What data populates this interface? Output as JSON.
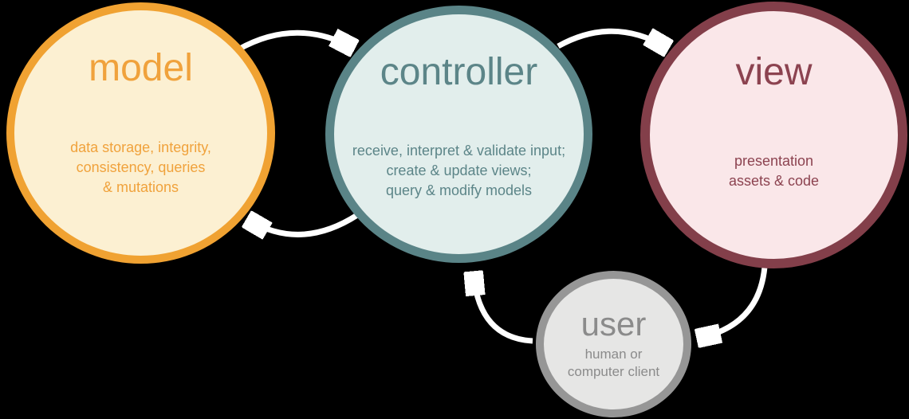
{
  "background_color": "#000000",
  "arrow_color": "#FFFFFF",
  "nodes": {
    "model": {
      "title": "model",
      "description": [
        "data storage, integrity,",
        "consistency, queries",
        "& mutations"
      ],
      "border_color": "#F0A232",
      "fill_color": "#FCF0D2",
      "text_color": "#F0A23C"
    },
    "controller": {
      "title": "controller",
      "description": [
        "receive, interpret & validate input;",
        "create & update views;",
        "query & modify models"
      ],
      "border_color": "#5A8487",
      "fill_color": "#E2EEEC",
      "text_color": "#5C8588"
    },
    "view": {
      "title": "view",
      "description": [
        "presentation",
        "assets & code"
      ],
      "border_color": "#833F4A",
      "fill_color": "#FAE7E9",
      "text_color": "#8C4350"
    },
    "user": {
      "title": "user",
      "description": [
        "human or",
        "computer client"
      ],
      "border_color": "#969696",
      "fill_color": "#E6E6E5",
      "text_color": "#8B8B8B"
    }
  },
  "arrows": [
    {
      "name": "model-to-controller",
      "from": "model",
      "to": "controller"
    },
    {
      "name": "controller-to-view",
      "from": "controller",
      "to": "view"
    },
    {
      "name": "controller-to-model",
      "from": "controller",
      "to": "model"
    },
    {
      "name": "view-to-user",
      "from": "view",
      "to": "user"
    },
    {
      "name": "user-to-controller",
      "from": "user",
      "to": "controller"
    }
  ]
}
